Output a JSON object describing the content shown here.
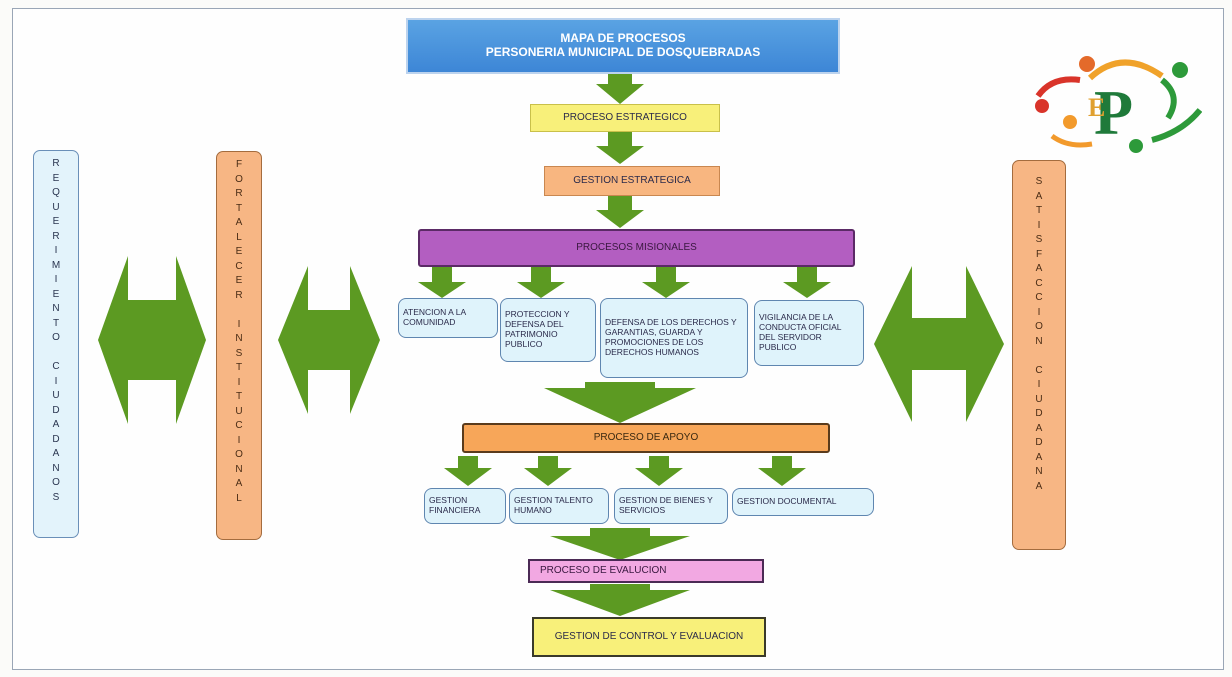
{
  "title": {
    "line1": "MAPA DE PROCESOS",
    "line2": "PERSONERIA MUNICIPAL DE DOSQUEBRADAS"
  },
  "logo": {
    "letter": "P",
    "small_letter": "E"
  },
  "colors": {
    "title_blue": "#3d86d6",
    "yellow": "#f8f07a",
    "peach": "#f8b680",
    "purple": "#b35ec1",
    "orange": "#f7a659",
    "pink": "#f2a8e2",
    "light_blue": "#dff3fb",
    "arrow_green": "#5c9a22"
  },
  "flow": {
    "proceso_estrategico": "PROCESO ESTRATEGICO",
    "gestion_estrategica": "GESTION ESTRATEGICA",
    "procesos_misionales": "PROCESOS MISIONALES",
    "misionales": [
      "ATENCION A LA COMUNIDAD",
      "PROTECCION Y DEFENSA DEL PATRIMONIO PUBLICO",
      "DEFENSA DE LOS DERECHOS Y GARANTIAS, GUARDA Y PROMOCIONES DE LOS DERECHOS HUMANOS",
      "VIGILANCIA DE LA CONDUCTA OFICIAL DEL SERVIDOR PUBLICO"
    ],
    "proceso_apoyo": "PROCESO DE APOYO",
    "apoyo": [
      "GESTION FINANCIERA",
      "GESTION TALENTO HUMANO",
      "GESTION DE BIENES Y SERVICIOS",
      "GESTION DOCUMENTAL"
    ],
    "proceso_evaluacion": "PROCESO DE EVALUCION",
    "gestion_control": "GESTION DE CONTROL Y EVALUACION"
  },
  "columns": {
    "left1": "REQUERIMIENTO CIUDADANOS",
    "left2": "FORTALECER INSTITUCIONAL",
    "right": "SATISFACCION CIUDADANA"
  }
}
